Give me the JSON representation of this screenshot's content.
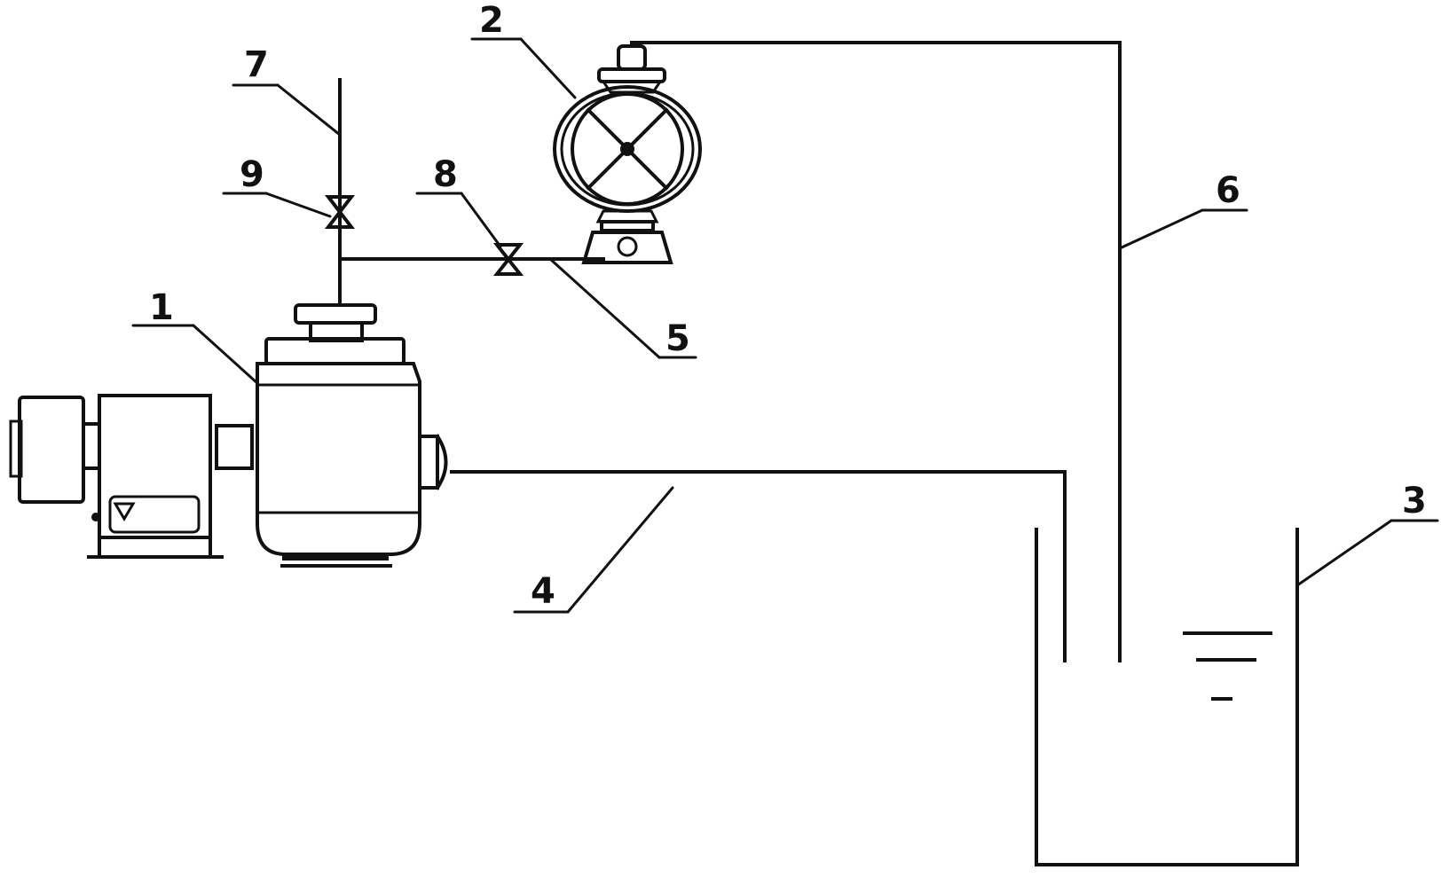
{
  "labels": {
    "pump": "1",
    "vacuum_pump": "2",
    "tank": "3",
    "inlet_pipe": "4",
    "connecting_pipe": "5",
    "return_pipe": "6",
    "vent_pipe": "7",
    "valve_connecting": "8",
    "valve_vent": "9"
  }
}
